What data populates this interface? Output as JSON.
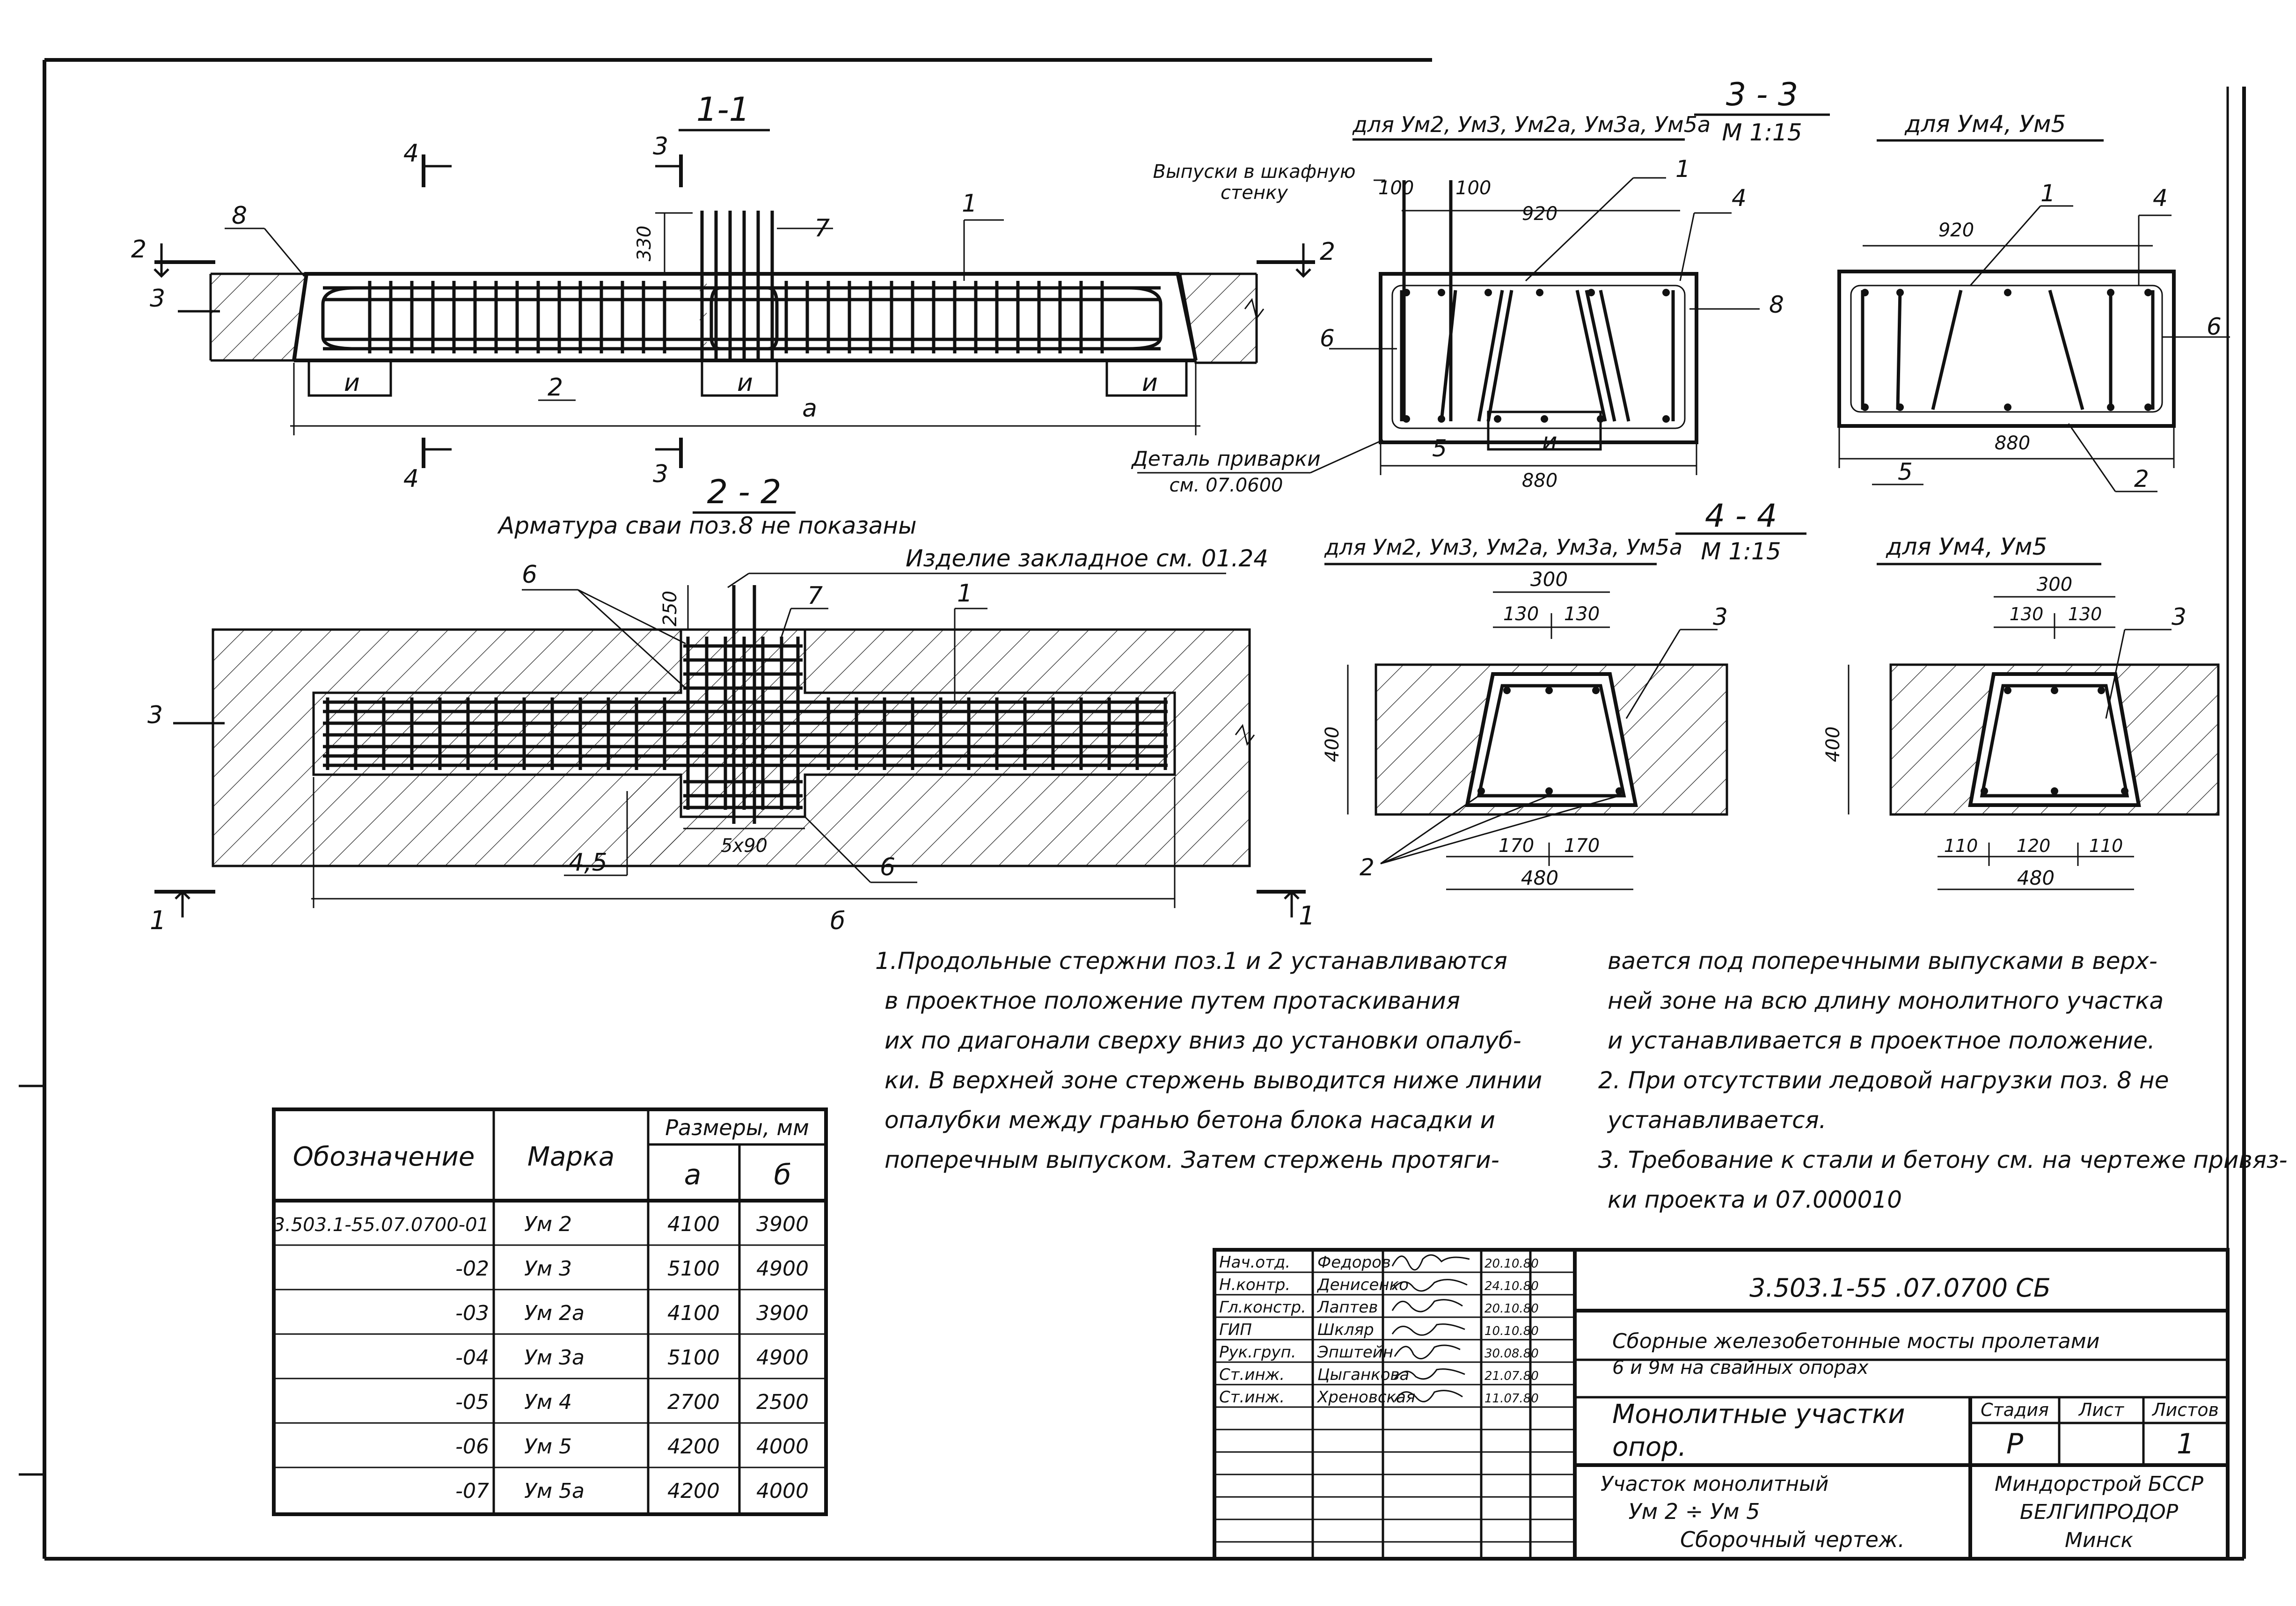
{
  "section_1_1": {
    "title": "1-1",
    "cut_labels": {
      "c4_top": "4",
      "c3_top": "3",
      "c4_bot": "4",
      "c3_bot": "3",
      "c2_left": "2",
      "c2_right": "2",
      "level_3": "3"
    },
    "dim_330": "330",
    "callouts": {
      "p8": "8",
      "p7": "7",
      "p1": "1",
      "p2": "2",
      "p_i1": "и",
      "p_i2": "и",
      "p_i3": "и"
    },
    "dim_a": "а"
  },
  "section_2_2": {
    "title": "2 - 2",
    "note": "Арматура сваи поз.8 не показаны",
    "embed": "Изделие закладное см. 01.24",
    "dim_250": "250",
    "callouts": {
      "p6a": "6",
      "p7": "7",
      "p1": "1",
      "p3": "3",
      "p45": "4,5",
      "p6b": "6"
    },
    "pitch": "5х90",
    "dim_b": "б",
    "cut_left": "1",
    "cut_right": "1"
  },
  "section_3_3a": {
    "for": "для Ум2, Ум3, Ум2а, Ум3а, Ум5а",
    "title": "3 - 3",
    "scale": "М 1:15",
    "outlets": "Выпуски в шкафную",
    "outlets2": "стенку",
    "d100a": "100",
    "d100b": "100",
    "d920": "920",
    "d880": "880",
    "weld": "Деталь приварки",
    "weld2": "см. 07.0600",
    "callouts": {
      "p1": "1",
      "p4": "4",
      "p8": "8",
      "p6": "6",
      "p5": "5",
      "p_i": "и"
    }
  },
  "section_3_3b": {
    "for": "для Ум4, Ум5",
    "d920": "920",
    "d880": "880",
    "callouts": {
      "p1": "1",
      "p4": "4",
      "p6": "6",
      "p5": "5",
      "p2": "2"
    }
  },
  "section_4_4a": {
    "for": "для Ум2, Ум3, Ум2а, Ум3а, Ум5а",
    "title": "4 - 4",
    "scale": "М 1:15",
    "d300": "300",
    "d130a": "130",
    "d130b": "130",
    "d400": "400",
    "d170a": "170",
    "d170b": "170",
    "d480": "480",
    "callouts": {
      "p3": "3",
      "p2": "2"
    }
  },
  "section_4_4b": {
    "for": "для Ум4, Ум5",
    "d300": "300",
    "d130a": "130",
    "d130b": "130",
    "d400": "400",
    "d110a": "110",
    "d120": "120",
    "d110b": "110",
    "d480": "480",
    "callouts": {
      "p3": "3"
    }
  },
  "notes": [
    "1.Продольные стержни поз.1 и 2 устанавливаются",
    "в проектное положение путем протаскивания",
    "их по диагонали сверху вниз до установки опалуб-",
    "ки. В верхней зоне стержень выводится ниже линии",
    "опалубки между гранью бетона блока насадки и",
    "поперечным выпуском. Затем стержень протяги-",
    "вается под поперечными выпусками в верх-",
    "ней зоне на всю длину монолитного участка",
    "и устанавливается в проектное положение.",
    "2. При отсутствии ледовой нагрузки поз. 8 не",
    "устанавливается.",
    "3. Требование к стали и бетону см. на чертеже привяз-",
    "ки проекта и 07.000010"
  ],
  "marks_table": {
    "h_designation": "Обозначение",
    "h_mark": "Марка",
    "h_sizes": "Размеры, мм",
    "h_a": "а",
    "h_b": "б",
    "rows": [
      {
        "d": "3.503.1-55.07.0700-01",
        "m": "Ум 2",
        "a": "4100",
        "b": "3900"
      },
      {
        "d": "-02",
        "m": "Ум 3",
        "a": "5100",
        "b": "4900"
      },
      {
        "d": "-03",
        "m": "Ум 2а",
        "a": "4100",
        "b": "3900"
      },
      {
        "d": "-04",
        "m": "Ум 3а",
        "a": "5100",
        "b": "4900"
      },
      {
        "d": "-05",
        "m": "Ум 4",
        "a": "2700",
        "b": "2500"
      },
      {
        "d": "-06",
        "m": "Ум 5",
        "a": "4200",
        "b": "4000"
      },
      {
        "d": "-07",
        "m": "Ум 5а",
        "a": "4200",
        "b": "4000"
      }
    ]
  },
  "title_block": {
    "staff": [
      {
        "role": "Нач.отд.",
        "name": "Федоров",
        "date": "20.10.80"
      },
      {
        "role": "Н.контр.",
        "name": "Денисенко",
        "date": "24.10.80"
      },
      {
        "role": "Гл.констр.",
        "name": "Лаптев",
        "date": "20.10.80"
      },
      {
        "role": "ГИП",
        "name": "Шкляр",
        "date": "10.10.80"
      },
      {
        "role": "Рук.груп.",
        "name": "Эпштейн",
        "date": "30.08.80"
      },
      {
        "role": "Ст.инж.",
        "name": "Цыганкова",
        "date": "21.07.80"
      },
      {
        "role": "Ст.инж.",
        "name": "Хреновская",
        "date": "11.07.80"
      }
    ],
    "code": "3.503.1-55 .07.0700 СБ",
    "series1": "Сборные железобетонные мосты пролетами",
    "series2": "6 и 9м на свайных опорах",
    "title1": "Монолитные участки",
    "title2": "опор.",
    "h_stage": "Стадия",
    "h_sheet": "Лист",
    "h_sheets": "Листов",
    "stage": "Р",
    "sheet": "",
    "sheets": "1",
    "sub1": "Участок монолитный",
    "sub2": "Ум 2 ÷ Ум 5",
    "sub3": "Сборочный чертеж.",
    "org1": "Миндорстрой БССР",
    "org2": "БЕЛГИПРОДОР",
    "org3": "Минск"
  }
}
